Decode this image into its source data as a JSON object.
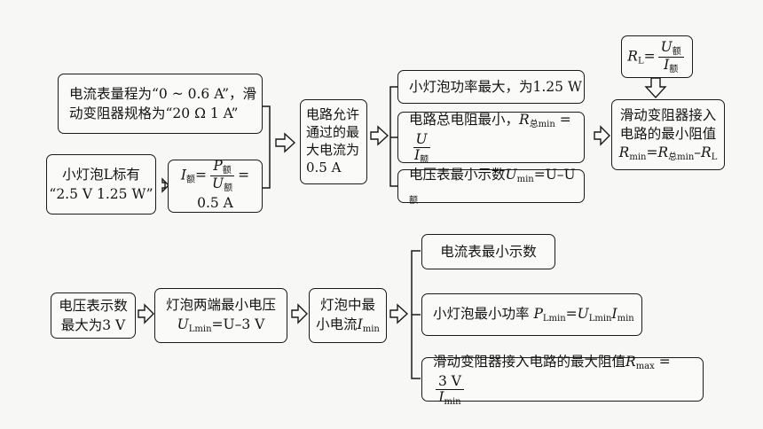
{
  "top": {
    "ammeter_spec_line1": "电流表量程为“0 ~ 0.6 A”，滑",
    "ammeter_spec_line2": "动变阻器规格为“20 Ω  1 A”",
    "lamp_rating_line1": "小灯泡L标有",
    "lamp_rating_line2": "“2.5 V   1.25 W”",
    "rated_current": {
      "lhs": "I",
      "lhs_sub": "额",
      "num": "P",
      "num_sub": "额",
      "den": "U",
      "den_sub": "额",
      "rhs": "= 0.5 A",
      "eq": "="
    },
    "max_current_text": "电路允许通过的最大电流为0.5  A",
    "branch1": "小灯泡功率最大，为1.25 W",
    "branch2": {
      "text": "电路总电阻最小，",
      "var": "R",
      "var_sub": "总min",
      "eq": " =",
      "num": "U",
      "den": "I",
      "den_sub": "额"
    },
    "branch3": {
      "text": "电压表最小示数",
      "var": "U",
      "var_sub": "min",
      "rhs": "=U–U",
      "rhs_sub": "额"
    },
    "rl_formula": {
      "lhs": "R",
      "lhs_sub": "L",
      "eq": "=",
      "num": "U",
      "num_sub": "额",
      "den": "I",
      "den_sub": "额"
    },
    "min_resistance": {
      "line1": "滑动变阻器接入",
      "line2": "电路的最小阻值",
      "lhs": "R",
      "lhs_sub": "min",
      "eq": "=",
      "rhs": "R",
      "rhs_sub": "总min",
      "minus": "–",
      "rhs2": "R",
      "rhs2_sub": "L"
    }
  },
  "bottom": {
    "voltmeter_max_line1": "电压表示数",
    "voltmeter_max_line2": "最大为3 V",
    "lamp_min_voltage": {
      "line1": "灯泡两端最小电压",
      "var": "U",
      "var_sub": "Lmin",
      "rhs": "=U–3 V"
    },
    "lamp_min_current": {
      "line1": "灯泡中最",
      "line2_text": "小电流",
      "var": "I",
      "var_sub": "min"
    },
    "branch1": "电流表最小示数",
    "branch2": {
      "text": "小灯泡最小功率 ",
      "var": "P",
      "var_sub": "Lmin",
      "eq": "=",
      "u": "U",
      "u_sub": "Lmin",
      "i": "I",
      "i_sub": "min"
    },
    "branch3": {
      "text": "滑动变阻器接入电路的最大阻值",
      "var": "R",
      "var_sub": "max",
      "eq": " =",
      "num": "3 V",
      "den": "I",
      "den_sub": "min"
    }
  }
}
